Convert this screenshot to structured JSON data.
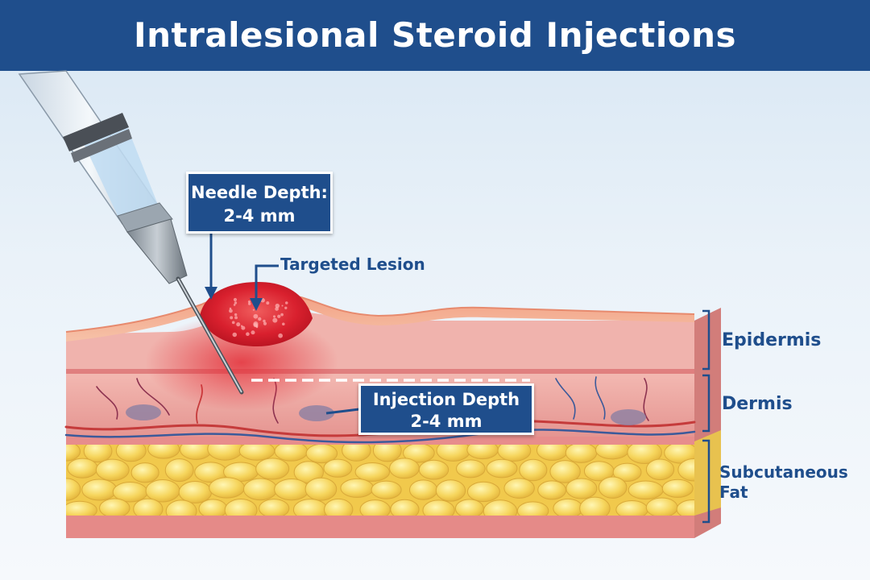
{
  "title": "Intralesional Steroid Injections",
  "callouts": {
    "needle_depth": {
      "line1": "Needle Depth:",
      "line2": "2-4 mm"
    },
    "targeted_lesion": "Targeted Lesion",
    "injection_depth": {
      "line1": "Injection Depth",
      "line2": "2-4 mm"
    }
  },
  "layers": {
    "epidermis": "Epidermis",
    "dermis": "Dermis",
    "fat": {
      "line1": "Subcutaneous",
      "line2": "Fat"
    }
  },
  "colors": {
    "accent": "#1f4e8c",
    "epidermis": "#f4a58a",
    "dermis": "#eba3a0",
    "fat": "#f6d55c",
    "lesion": "#d9202e"
  },
  "icons": [
    "syringe-icon",
    "needle-icon",
    "blood-vessel-icon",
    "fat-cell-icon"
  ]
}
